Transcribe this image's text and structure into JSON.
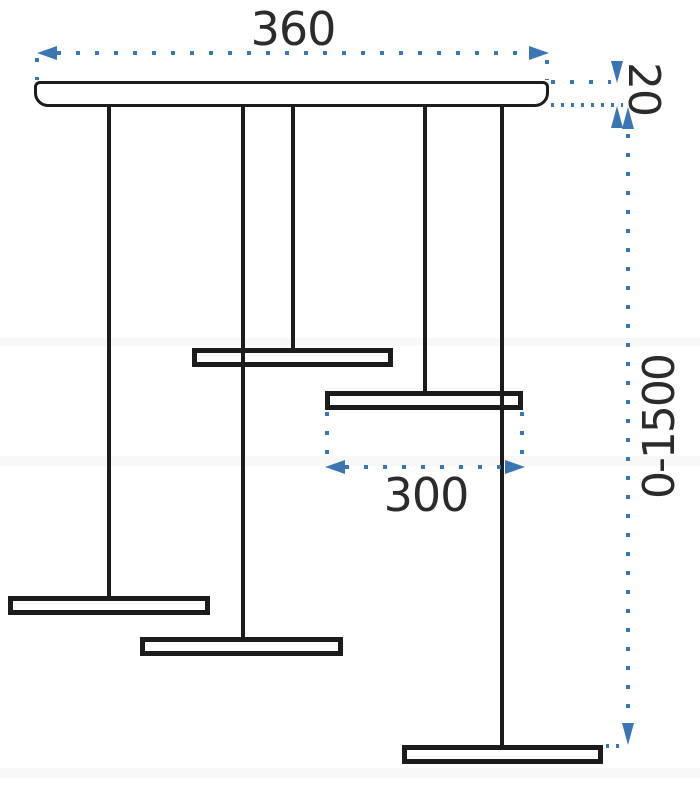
{
  "diagram": {
    "name": "pendant-lamp-dimension-drawing",
    "labels": {
      "canopy_width": "360",
      "canopy_thickness": "20",
      "suspension_range": "0-1500",
      "bar_length": "300"
    },
    "colors": {
      "dimension_blue": "#3b76b0",
      "line_black": "#1c1c1c",
      "label_text": "#2b2b2b",
      "background": "#ffffff"
    },
    "icons": [
      "arrow-left-icon",
      "arrow-right-icon",
      "arrow-up-icon",
      "arrow-down-icon"
    ],
    "parts": {
      "canopy": "ceiling canopy",
      "rods": 5,
      "light_bars": 5
    }
  }
}
